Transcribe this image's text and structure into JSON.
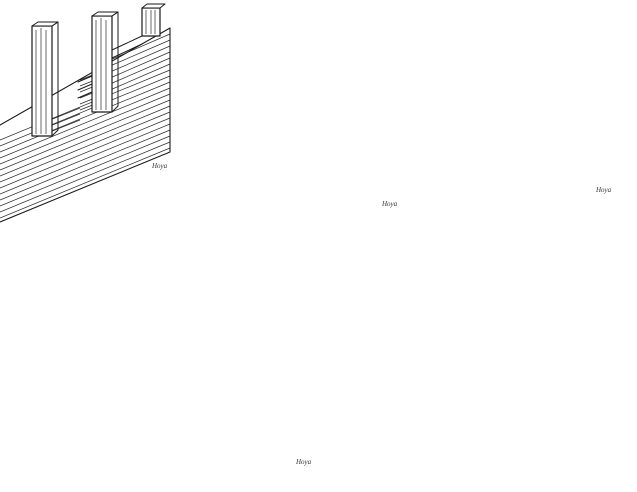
{
  "colors": {
    "ink": "#1a1a1a",
    "paper": "#ffffff"
  },
  "signatures": {
    "panel1": "Hoya",
    "panel2": "Hoya",
    "panel3": "Hoya",
    "panel4": "Hoya"
  }
}
